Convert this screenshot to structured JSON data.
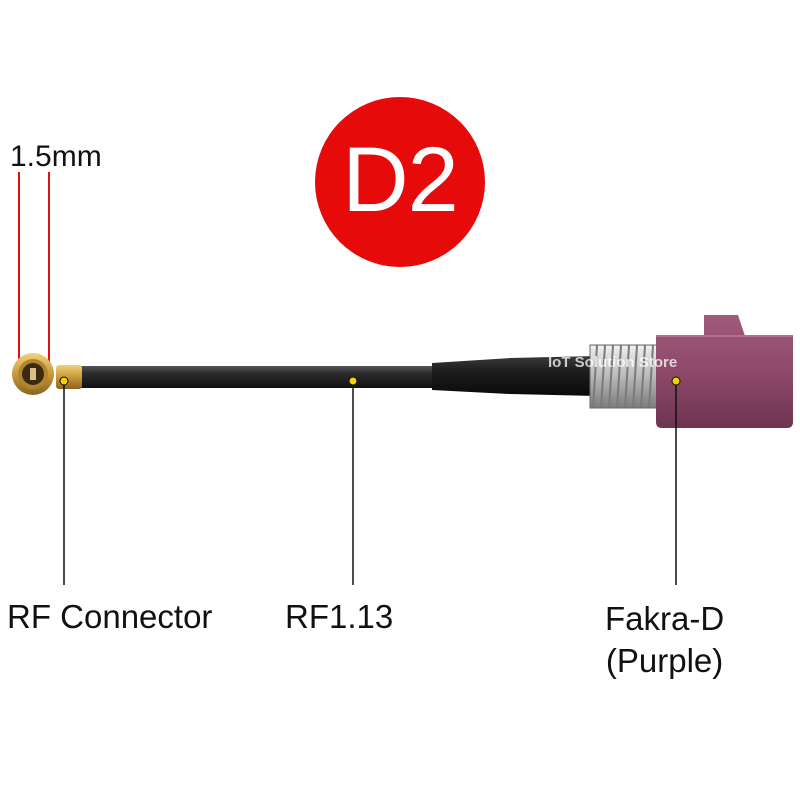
{
  "dimension_label": "1.5mm",
  "badge": {
    "text": "D2",
    "color": "#e60a0a"
  },
  "labels": {
    "left": "RF Connector",
    "middle": "RF1.13",
    "right_line1": "Fakra-D",
    "right_line2": "(Purple)"
  },
  "watermark": "IoT Solution Store",
  "colors": {
    "connector_body": "#8e4a6a",
    "cable": "#2a2a2a",
    "dimension_lines": "#e01010",
    "thread": "#c8c8c8",
    "ufl_gold": "#c89a3a"
  }
}
